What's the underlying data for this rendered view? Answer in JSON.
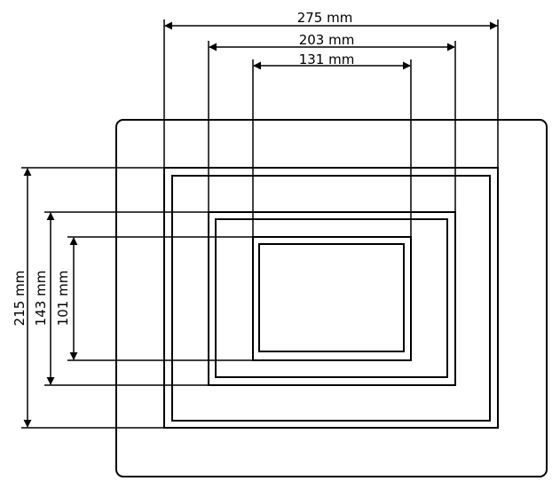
{
  "dimensions": {
    "horizontal": [
      {
        "label": "275 mm"
      },
      {
        "label": "203 mm"
      },
      {
        "label": "131 mm"
      }
    ],
    "vertical": [
      {
        "label": "215 mm"
      },
      {
        "label": "143 mm"
      },
      {
        "label": "101 mm"
      }
    ]
  },
  "colors": {
    "stroke": "#000000",
    "background": "#ffffff"
  }
}
